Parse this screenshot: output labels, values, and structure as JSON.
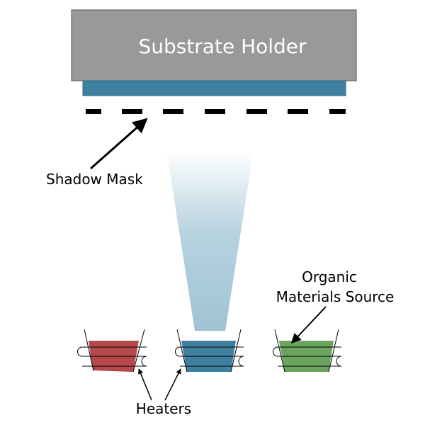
{
  "labels": {
    "substrate_holder": "Substrate Holder",
    "shadow_mask": "Shadow Mask",
    "organic_source_line1": "Organic",
    "organic_source_line2": "Materials Source",
    "heaters": "Heaters"
  },
  "colors": {
    "holder": "#999999",
    "substrate": "#3f7fa0",
    "plume_top": "#ffffff",
    "plume_bottom": "#9fc3d4",
    "crucible_red": "#b5484a",
    "crucible_blue": "#3f7fa0",
    "crucible_green": "#6aa45f"
  }
}
